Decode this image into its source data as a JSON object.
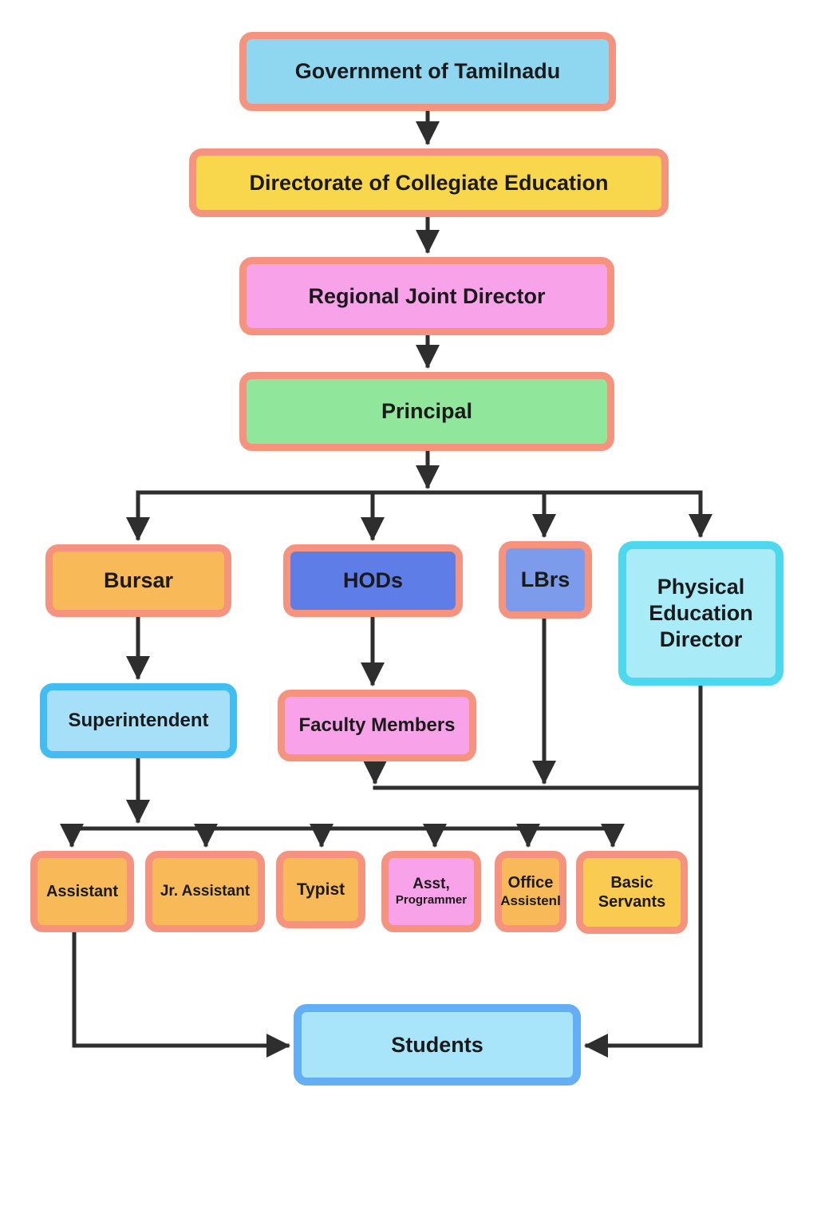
{
  "nodes": {
    "government": {
      "label": "Government of Tamilnadu"
    },
    "directorate": {
      "label": "Directorate of Collegiate Education"
    },
    "regional_joint_director": {
      "label": "Regional Joint Director"
    },
    "principal": {
      "label": "Principal"
    },
    "bursar": {
      "label": "Bursar"
    },
    "hods": {
      "label": "HODs"
    },
    "lbrs": {
      "label": "LBrs"
    },
    "physical_education_director": {
      "label": "Physical Education Director"
    },
    "superintendent": {
      "label": "Superintendent"
    },
    "faculty_members": {
      "label": "Faculty Members"
    },
    "assistant": {
      "label": "Assistant"
    },
    "jr_assistant": {
      "label": "Jr. Assistant"
    },
    "typist": {
      "label": "Typist"
    },
    "asst_programmer": {
      "line1": "Asst,",
      "line2": "Programmer"
    },
    "office_assistant": {
      "line1": "Office",
      "line2": "Assistenl"
    },
    "basic_servants": {
      "label": "Basic Servants"
    },
    "students": {
      "label": "Students"
    }
  },
  "colors": {
    "salmon": "#F6937F",
    "sky": "#8FD7F1",
    "yellow": "#F9D74C",
    "pink": "#F8A3E9",
    "green": "#90E69B",
    "orange": "#F8BA59",
    "hod_blue": "#5E7DE6",
    "lbr_blue": "#7D9BEB",
    "ped_fill": "#A9ECF8",
    "ped_border": "#4DD8EE",
    "super_fill": "#A6E0F8",
    "super_border": "#41BDF2",
    "students_fill": "#A8E4FA",
    "students_border": "#64AEF5",
    "basic_yellow": "#F9CB50",
    "line": "#2E2E2E",
    "text": "#1A1A1A"
  }
}
